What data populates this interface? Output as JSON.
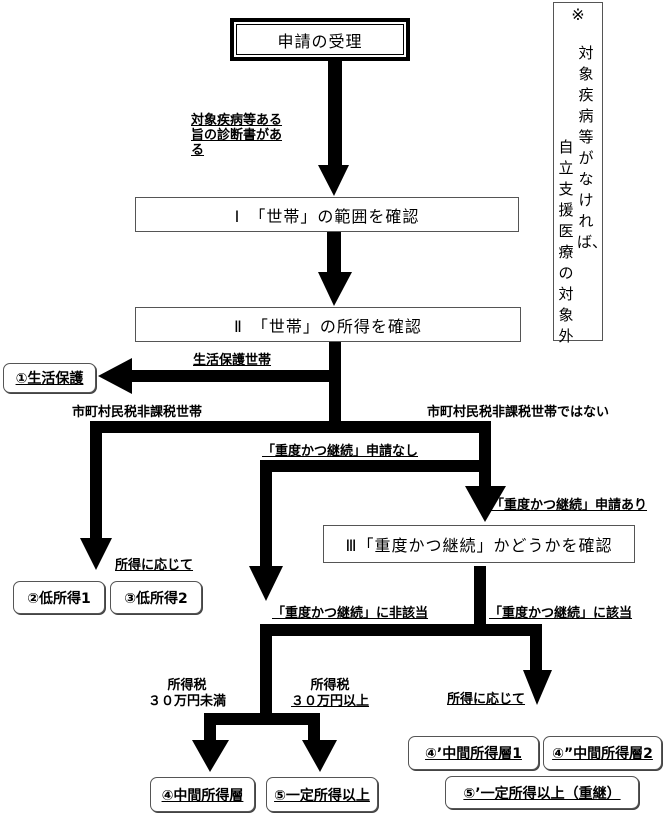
{
  "start": {
    "label": "申請の受理"
  },
  "step1": {
    "label": "Ⅰ　「世帯」の範囲を確認"
  },
  "step2": {
    "label": "Ⅱ　「世帯」の所得を確認"
  },
  "step3": {
    "label": "Ⅲ「重度かつ継続」かどうかを確認"
  },
  "note": {
    "mark": "※",
    "column1": "対象疾病等がなければ、",
    "column2": "自立支援医療の対象外"
  },
  "labels": {
    "diagnosis": [
      "対象疾病等ある",
      "旨の診断書があ",
      "る"
    ],
    "welfare_household": "生活保護世帯",
    "tax_exempt": "市町村民税非課税世帯",
    "not_tax_exempt": "市町村民税非課税世帯ではない",
    "no_severe_application": "「重度かつ継続」申請なし",
    "severe_application": "「重度かつ継続」申請あり",
    "by_income_left": "所得に応じて",
    "not_severe": "「重度かつ継続」に非該当",
    "severe": "「重度かつ継続」に該当",
    "income_tax_under": [
      "所得税",
      "３０万円未満"
    ],
    "income_tax_over": [
      "所得税",
      "３０万円以上"
    ],
    "by_income_right": "所得に応じて"
  },
  "results": {
    "welfare": "①生活保護",
    "low1": "②低所得1",
    "low2": "③低所得2",
    "middle": "④中間所得層",
    "fixed": "⑤一定所得以上",
    "middle1": "④’中間所得層1",
    "middle2": "④”中間所得層2",
    "fixed_severe": "⑤’一定所得以上（重継）"
  }
}
